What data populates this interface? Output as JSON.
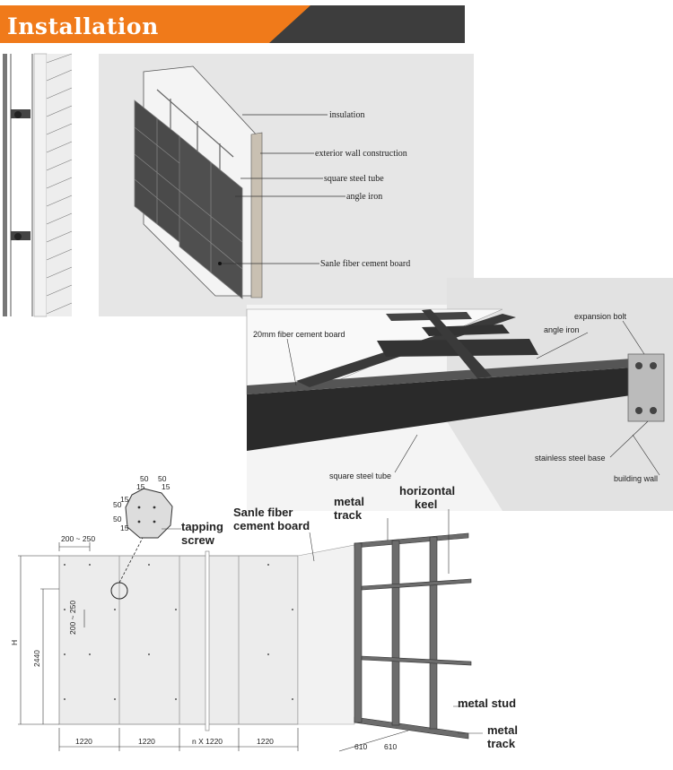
{
  "header": {
    "title": "Installation",
    "colors": {
      "accent": "#f07a1a",
      "dark": "#3d3d3d"
    }
  },
  "diagram1": {
    "labels": {
      "insulation": "insulation",
      "exterior_wall": "exterior wall construction",
      "steel_tube": "square steel tube",
      "angle_iron": "angle iron",
      "board": "Sanle fiber cement board"
    }
  },
  "diagram2": {
    "labels": {
      "board": "20mm fiber cement board",
      "expansion_bolt": "expansion bolt",
      "angle_iron": "angle iron",
      "base": "stainless steel base",
      "wall": "building wall",
      "tube": "square steel tube"
    }
  },
  "diagram3": {
    "labels": {
      "board_line1": "Sanle fiber",
      "board_line2": "cement board",
      "screw_line1": "tapping",
      "screw_line2": "screw",
      "track_top_line1": "metal",
      "track_top_line2": "track",
      "keel_line1": "horizontal",
      "keel_line2": "keel",
      "stud": "metal stud",
      "track_bottom_line1": "metal",
      "track_bottom_line2": "track"
    },
    "dimensions": {
      "edge_top": "200 ~ 250",
      "edge_side": "200 ~ 250",
      "height_h": "H",
      "height_2440": "2440",
      "d50a": "50",
      "d50b": "50",
      "d15a": "15",
      "d15b": "15",
      "d50c": "50",
      "d50d": "50",
      "d15c": "15",
      "d15d": "15",
      "w1": "1220",
      "w2": "1220",
      "w3": "n X 1220",
      "w4": "1220",
      "s1": "610",
      "s2": "610"
    }
  }
}
